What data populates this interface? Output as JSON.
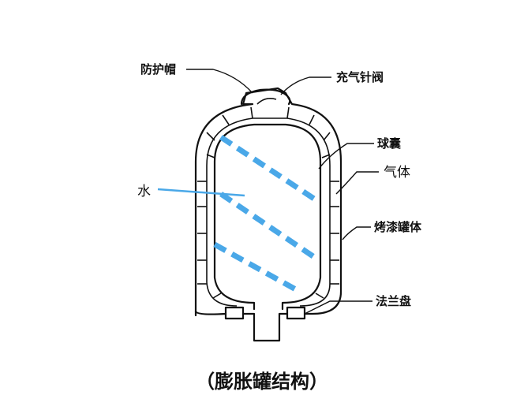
{
  "labels": {
    "cap": "防护帽",
    "valve": "充气针阀",
    "bladder": "球囊",
    "gas": "气体",
    "water": "水",
    "shell": "烤漆罐体",
    "flange": "法兰盘"
  },
  "caption": "（膨胀罐结构）",
  "colors": {
    "outline": "#111111",
    "water_line": "#4aa8e8"
  }
}
